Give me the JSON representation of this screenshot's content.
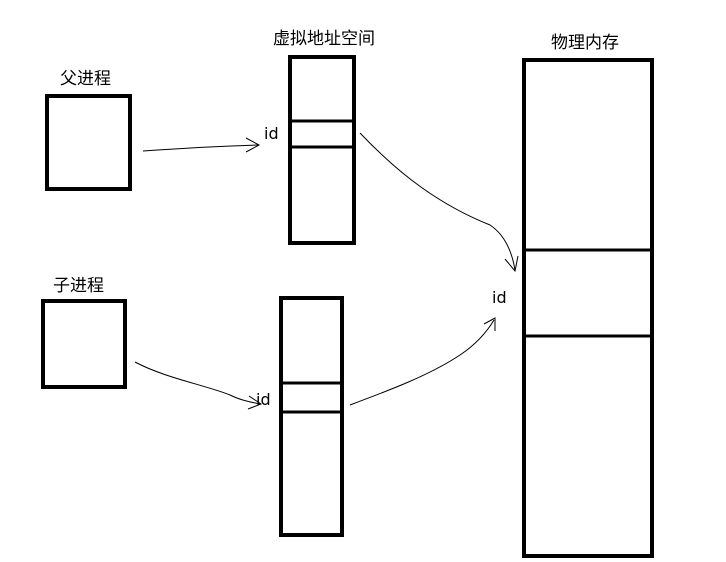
{
  "labels": {
    "parent_process": "父进程",
    "virtual_address_space": "虚拟地址空间",
    "physical_memory": "物理内存",
    "child_process": "子进程"
  },
  "id_labels": {
    "parent_virtual": "id",
    "child_virtual": "id",
    "physical": "id"
  }
}
